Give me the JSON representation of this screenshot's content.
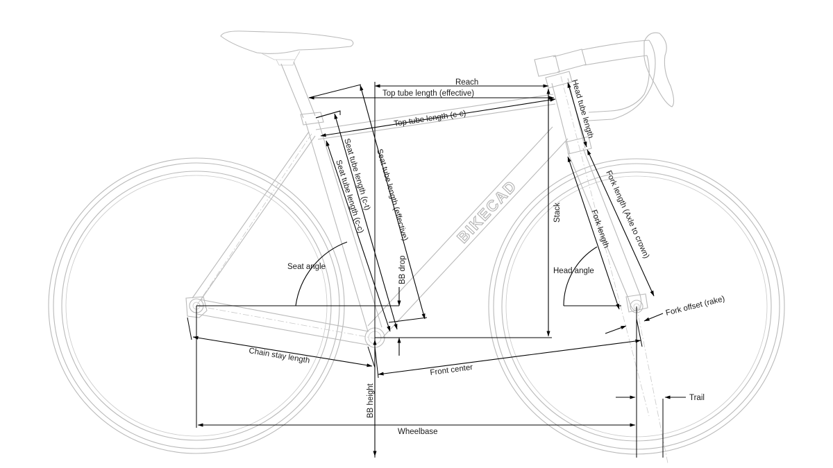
{
  "brand_text": "BIKECAD",
  "labels": {
    "reach": "Reach",
    "top_tube_effective": "Top tube length (effective)",
    "top_tube_cc": "Top tube length (c-c)",
    "head_tube_length": "Head tube length",
    "seat_tube_ct": "Seat tube length (c-t)",
    "seat_tube_cc": "Seat tube length (c-c)",
    "seat_tube_effective": "Seat tube length (effective)",
    "stack": "Stack",
    "fork_length_axle_crown": "Fork length (Axle to crown)",
    "fork_length": "Fork length",
    "seat_angle": "Seat angle",
    "bb_drop": "BB drop",
    "head_angle": "Head angle",
    "fork_offset": "Fork offset (rake)",
    "chain_stay_length": "Chain stay length",
    "front_center": "Front center",
    "bb_height": "BB height",
    "trail": "Trail",
    "wheelbase": "Wheelbase"
  }
}
